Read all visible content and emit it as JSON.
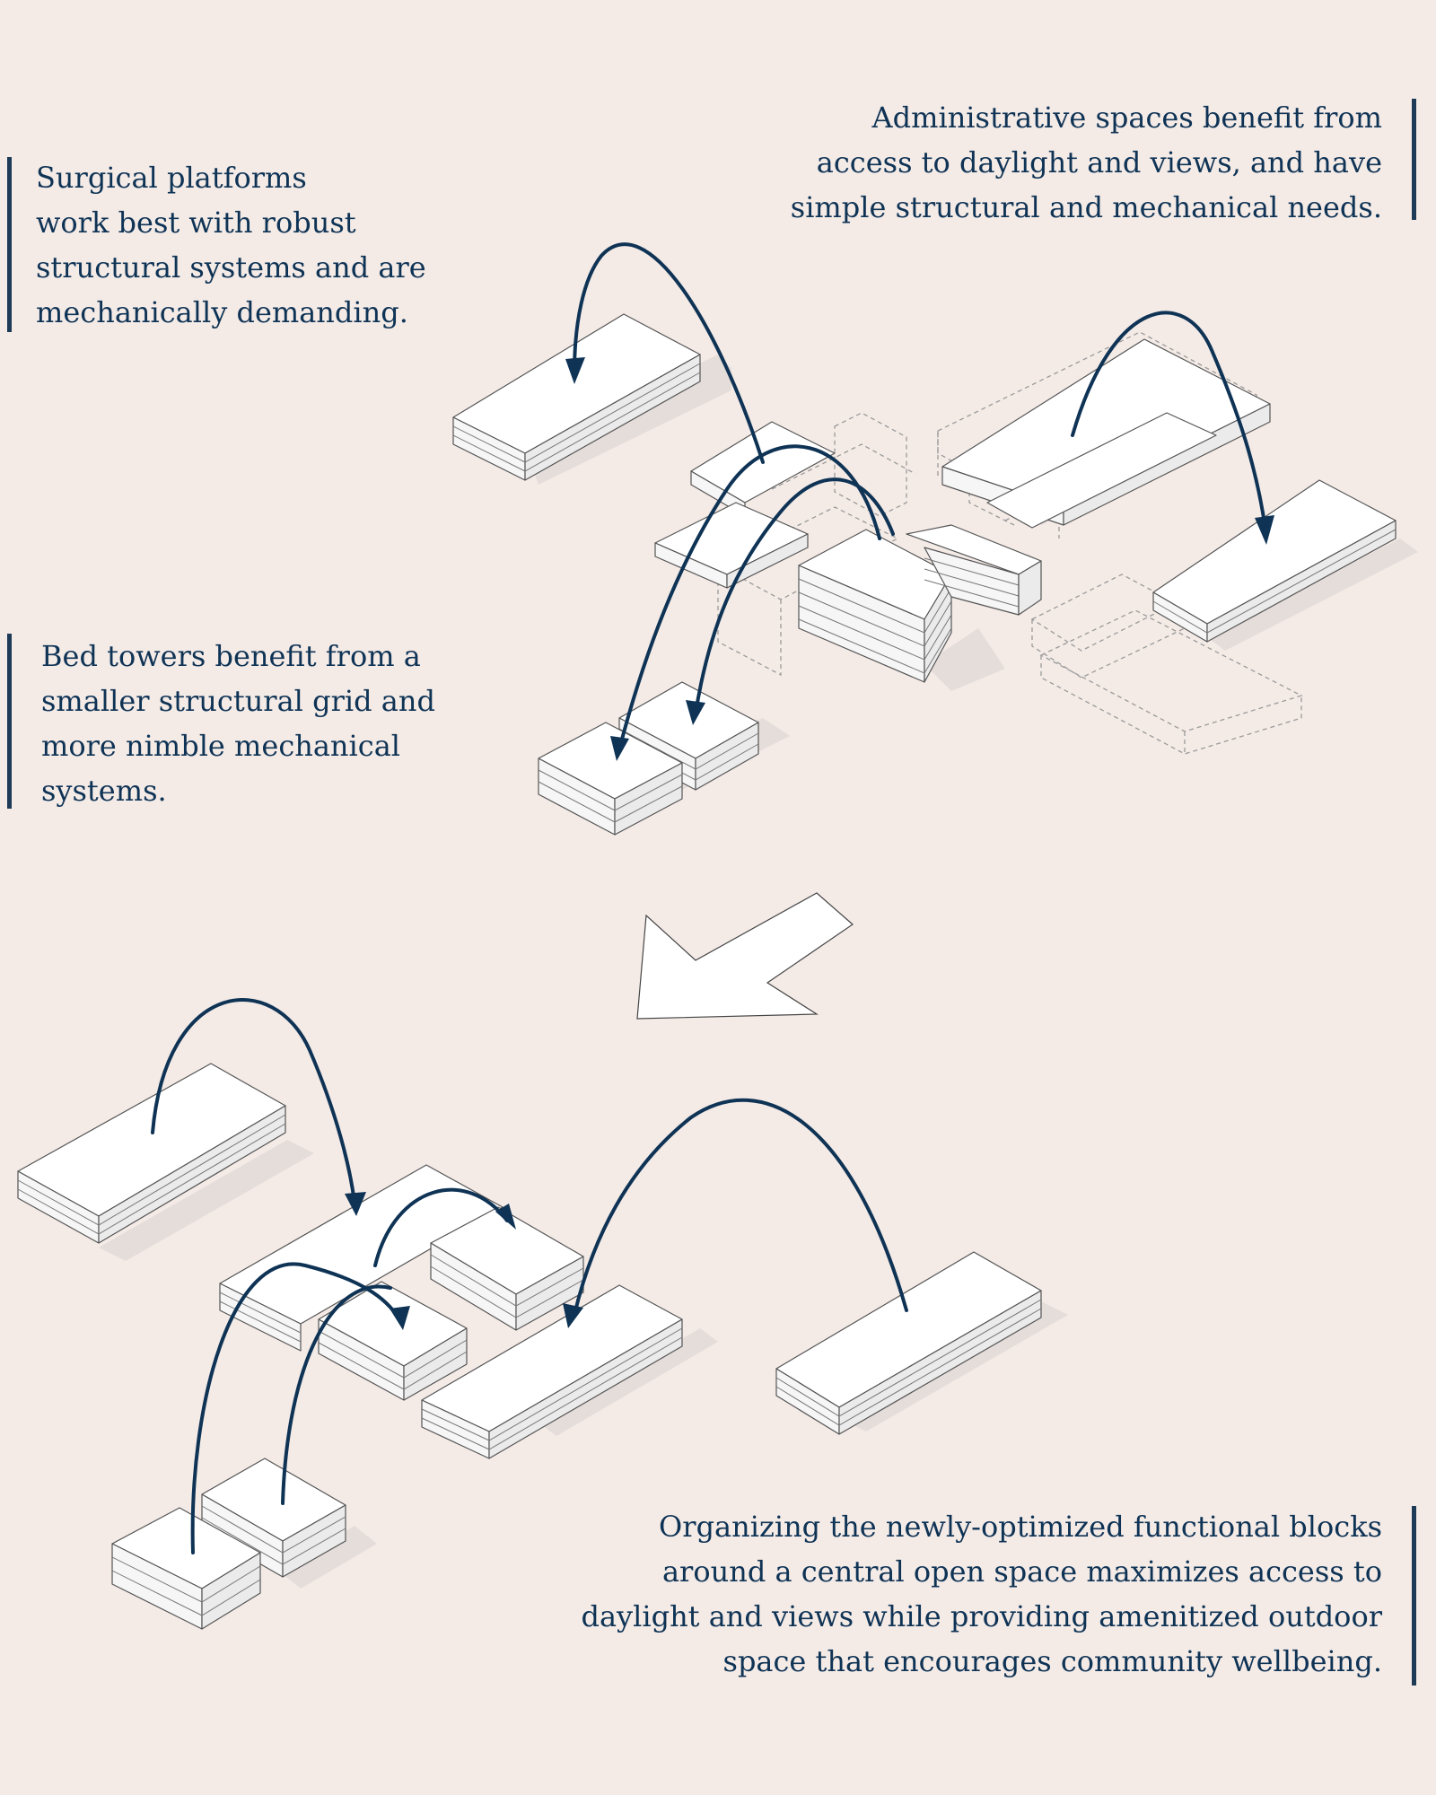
{
  "notes": {
    "surgical": "Surgical platforms work best with robust structural systems and are mechanically demanding.",
    "surgical_lines": [
      "Surgical platforms",
      "work best with robust",
      "structural systems and are",
      "mechanically demanding."
    ],
    "administrative_lines": [
      "Administrative spaces benefit from",
      "access to daylight and views, and have",
      "simple structural and mechanical needs."
    ],
    "bed_towers_lines": [
      "Bed towers benefit from a",
      "smaller structural grid and",
      "more nimble mechanical",
      "systems."
    ],
    "organizing_lines": [
      "Organizing the newly-optimized functional blocks",
      "around a central open space maximizes access to",
      "daylight and views while providing amenitized outdoor",
      "space that encourages community wellbeing."
    ]
  },
  "colors": {
    "background": "#f4ebe7",
    "text": "#0f3355",
    "arrow": "#0f3355",
    "accent_bar": "#1d3a57"
  },
  "icons": {
    "transition_arrow": "down-left-arrow-icon",
    "move_arrows": "curved-arrow-icon"
  }
}
